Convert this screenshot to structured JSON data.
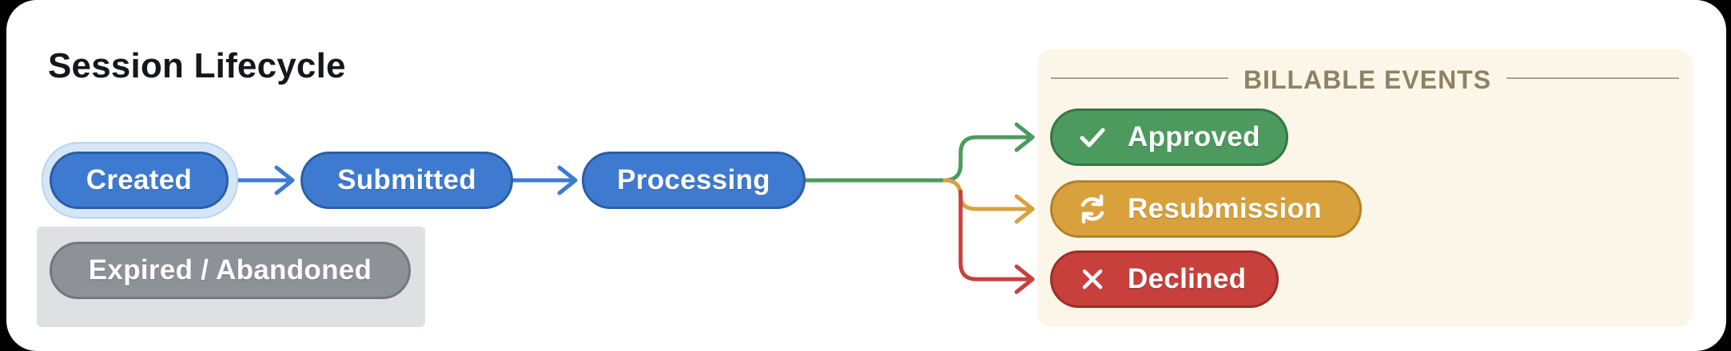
{
  "diagram": {
    "title": "Session Lifecycle",
    "billable_group_label": "BILLABLE EVENTS",
    "states": {
      "created": "Created",
      "submitted": "Submitted",
      "processing": "Processing",
      "expired": "Expired / Abandoned",
      "approved": "Approved",
      "resubmission": "Resubmission",
      "declined": "Declined"
    },
    "icons": {
      "approved": "check-icon",
      "resubmission": "refresh-icon",
      "declined": "x-icon"
    },
    "colors": {
      "flow_blue": "#3e7bd0",
      "approved_green": "#4d9a5f",
      "resubmission_gold": "#d9a13c",
      "declined_red": "#c7403b",
      "expired_gray": "#8f9198",
      "billable_panel_bg": "#fbf6e8"
    }
  }
}
